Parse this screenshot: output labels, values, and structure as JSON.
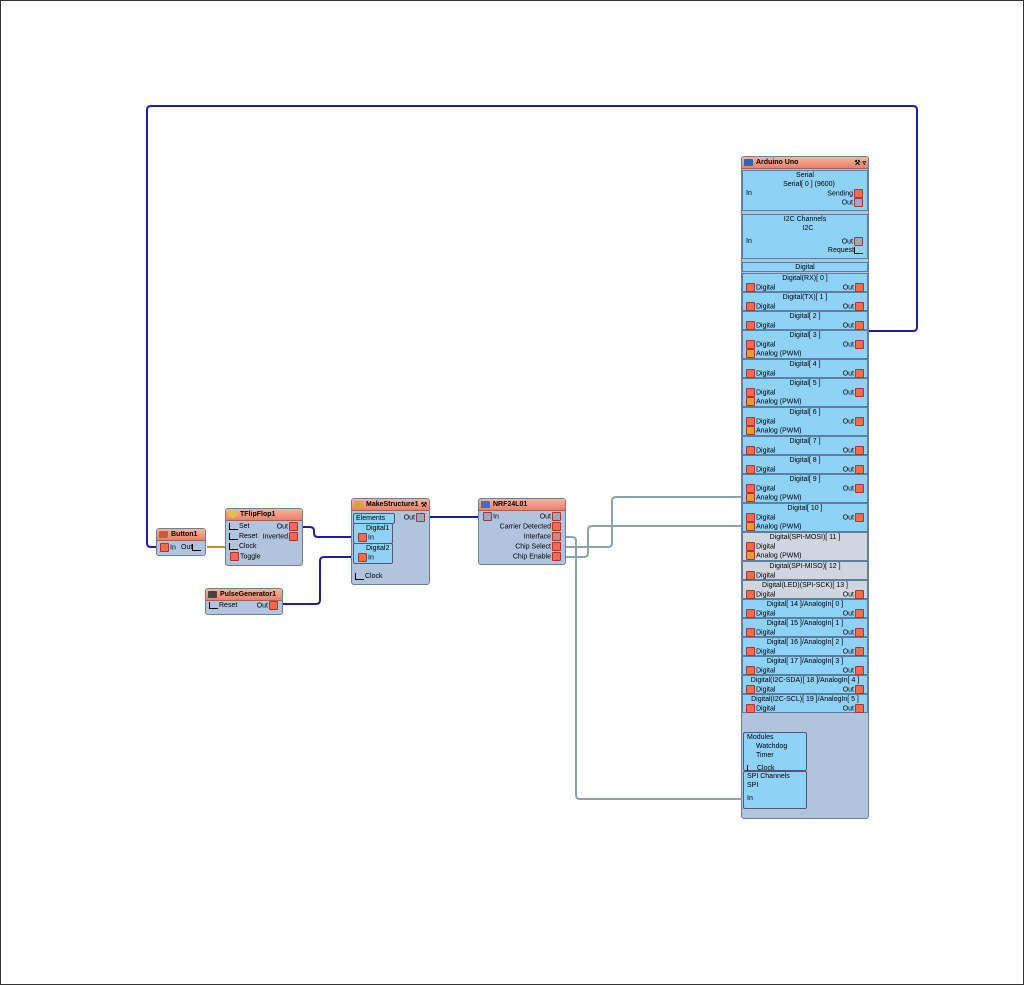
{
  "button": {
    "title": "Button1",
    "in_label": "In",
    "out_label": "Out"
  },
  "tflipflop": {
    "title": "TFlipFlop1",
    "set": "Set",
    "reset": "Reset",
    "clock": "Clock",
    "toggle": "Toggle",
    "out": "Out",
    "inverted": "Inverted"
  },
  "pulse": {
    "title": "PulseGenerator1",
    "reset": "Reset",
    "out": "Out"
  },
  "makestruct": {
    "title": "MakeStructure1",
    "elements": "Elements",
    "digital1": "Digital1",
    "in1": "In",
    "digital2": "Digital2",
    "in2": "In",
    "clock": "Clock",
    "out": "Out"
  },
  "nrf": {
    "title": "NRF24L01",
    "in": "In",
    "out": "Out",
    "carrier": "Carrier Detected",
    "interface": "Interface",
    "chip_select": "Chip Select",
    "chip_enable": "Chip Enable"
  },
  "arduino": {
    "title": "Arduino Uno",
    "serial": {
      "title": "Serial",
      "sub": "Serial[ 0 ] (9600)",
      "in": "In",
      "sending": "Sending",
      "out": "Out"
    },
    "i2c": {
      "title": "I2C Channels",
      "sub": "I2C",
      "in": "In",
      "out": "Out",
      "request": "Request"
    },
    "digital_title": "Digital",
    "digital": [
      {
        "name": "Digital(RX)[ 0 ]",
        "left": "Digital",
        "right": "Out"
      },
      {
        "name": "Digital(TX)[ 1 ]",
        "left": "Digital",
        "right": "Out"
      },
      {
        "name": "Digital[ 2 ]",
        "left": "Digital",
        "right": "Out"
      },
      {
        "name": "Digital[ 3 ]",
        "left": "Digital",
        "right": "Out",
        "extra": "Analog (PWM)"
      },
      {
        "name": "Digital[ 4 ]",
        "left": "Digital",
        "right": "Out"
      },
      {
        "name": "Digital[ 5 ]",
        "left": "Digital",
        "right": "Out",
        "extra": "Analog (PWM)"
      },
      {
        "name": "Digital[ 6 ]",
        "left": "Digital",
        "right": "Out",
        "extra": "Analog (PWM)"
      },
      {
        "name": "Digital[ 7 ]",
        "left": "Digital",
        "right": "Out"
      },
      {
        "name": "Digital[ 8 ]",
        "left": "Digital",
        "right": "Out"
      },
      {
        "name": "Digital[ 9 ]",
        "left": "Digital",
        "right": "Out",
        "extra": "Analog (PWM)"
      },
      {
        "name": "Digital[ 10 ]",
        "left": "Digital",
        "right": "Out",
        "extra": "Analog (PWM)"
      },
      {
        "name": "Digital(SPI-MOSI)[ 11 ]",
        "left": "Digital",
        "right": "",
        "extra": "Analog (PWM)",
        "gray": true
      },
      {
        "name": "Digital(SPI-MISO)[ 12 ]",
        "left": "Digital",
        "right": "",
        "gray": true
      },
      {
        "name": "Digital(LED)(SPI-SCK)[ 13 ]",
        "left": "Digital",
        "right": "Out",
        "gray": true
      },
      {
        "name": "Digital[ 14 ]/AnalogIn[ 0 ]",
        "left": "Digital",
        "right": "Out"
      },
      {
        "name": "Digital[ 15 ]/AnalogIn[ 1 ]",
        "left": "Digital",
        "right": "Out"
      },
      {
        "name": "Digital[ 16 ]/AnalogIn[ 2 ]",
        "left": "Digital",
        "right": "Out"
      },
      {
        "name": "Digital[ 17 ]/AnalogIn[ 3 ]",
        "left": "Digital",
        "right": "Out"
      },
      {
        "name": "Digital(I2C-SDA)[ 18 ]/AnalogIn[ 4 ]",
        "left": "Digital",
        "right": "Out"
      },
      {
        "name": "Digital(I2C-SCL)[ 19 ]/AnalogIn[ 5 ]",
        "left": "Digital",
        "right": "Out"
      }
    ],
    "modules": {
      "title": "Modules",
      "sub": "Watchdog Timer",
      "clock": "Clock"
    },
    "spi": {
      "title": "SPI Channels",
      "sub": "SPI",
      "in": "In"
    }
  },
  "colors": {
    "wire_blue": "#1e1ea0",
    "wire_gray": "#8aa5ae",
    "wire_orange": "#c8862a",
    "panel": "#8fd2f8",
    "body": "#b1c4de",
    "header": "#e8826a"
  }
}
